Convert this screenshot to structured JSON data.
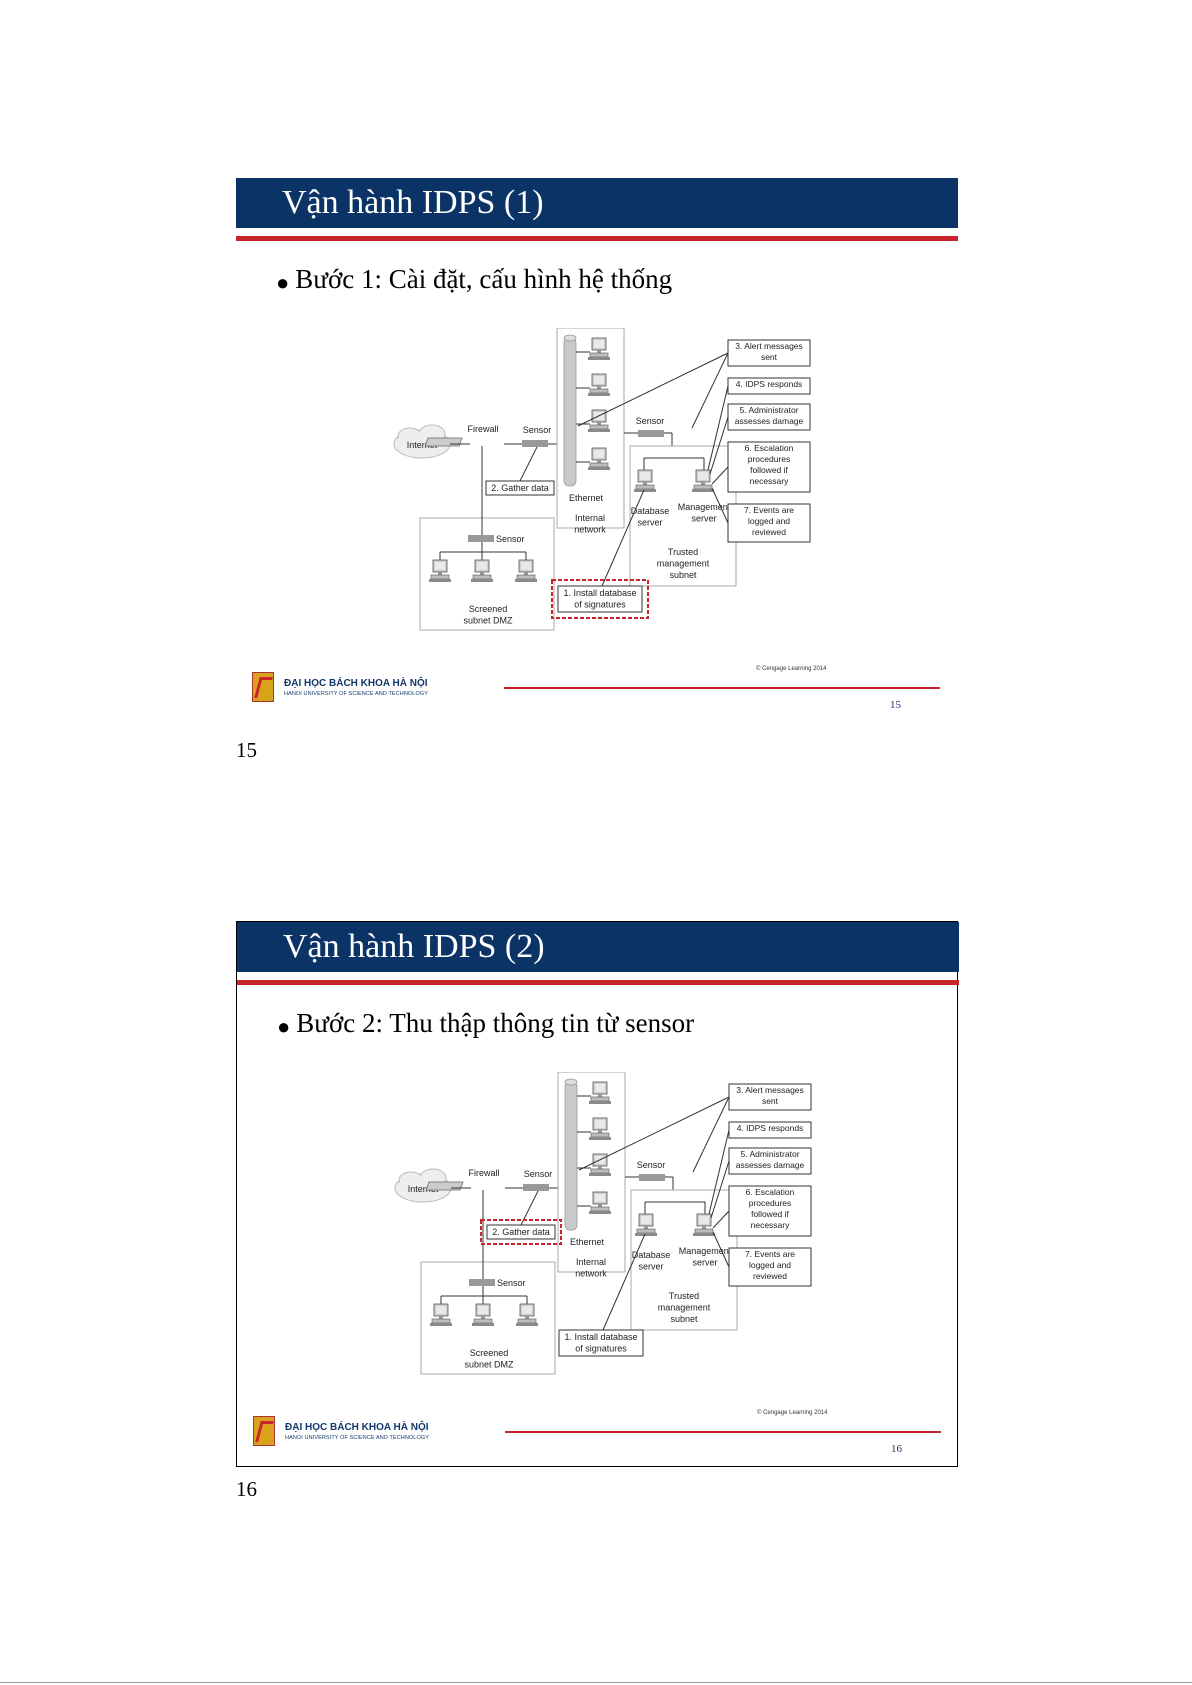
{
  "slides": [
    {
      "title": "Vận hành IDPS (1)",
      "bullet": "Bước 1: Cài đặt, cấu hình hệ thống",
      "highlight": "install",
      "slide_number": "15",
      "page_number": "15"
    },
    {
      "title": "Vận hành IDPS (2)",
      "bullet": "Bước 2: Thu thập thông tin từ sensor",
      "highlight": "gather",
      "slide_number": "16",
      "page_number": "16"
    }
  ],
  "footer": {
    "university": "ĐẠI HỌC BÁCH KHOA HÀ NỘI",
    "university_en": "HANOI UNIVERSITY OF SCIENCE AND TECHNOLOGY",
    "copyright": "© Cengage Learning 2014"
  },
  "diagram": {
    "internet": "Internet",
    "firewall": "Firewall",
    "sensor": "Sensor",
    "ethernet": "Ethernet",
    "internal_network": [
      "Internal",
      "network"
    ],
    "gather": "2. Gather data",
    "install": [
      "1. Install database",
      "of signatures"
    ],
    "dmz": [
      "Screened",
      "subnet DMZ"
    ],
    "database_server": [
      "Database",
      "server"
    ],
    "management_server": [
      "Management",
      "server"
    ],
    "trusted": [
      "Trusted",
      "management",
      "subnet"
    ],
    "steps": {
      "alert": [
        "3. Alert messages",
        "sent"
      ],
      "responds": [
        "4. IDPS responds"
      ],
      "admin": [
        "5. Administrator",
        "assesses damage"
      ],
      "escalation": [
        "6. Escalation",
        "procedures",
        "followed if",
        "necessary"
      ],
      "events": [
        "7. Events are",
        "logged and",
        "reviewed"
      ]
    }
  },
  "colors": {
    "title_bar": "#0b3366",
    "accent_red": "#c8242b",
    "highlight_box": "#c8242b"
  }
}
